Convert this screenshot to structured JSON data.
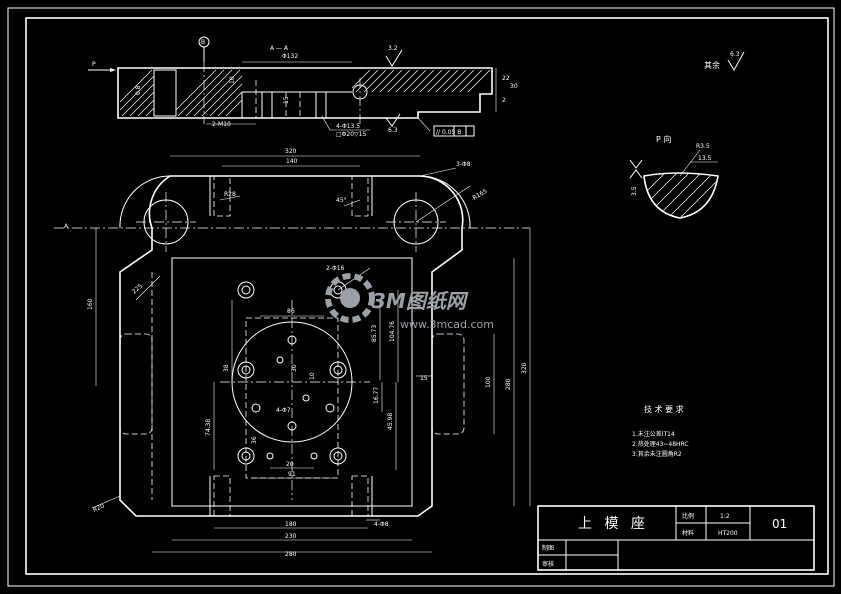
{
  "section": {
    "label": "A — A",
    "datum": "B",
    "arrow_p": "P",
    "surface_roughness": "3.2",
    "dims": {
      "length_top": "Φ132",
      "d_left": "0.8",
      "d_r1": "22",
      "d_r2": "30",
      "d_r3": "2",
      "d_mid1": "10",
      "d_mid2": "15",
      "d_m10": "2-M10",
      "hole_label": "4-Φ13.5",
      "hole_label2": "□Φ20▽15",
      "rough_bottom": "6.3",
      "tolerance": "// 0.05 B"
    }
  },
  "remaining": {
    "label": "其余",
    "value": "6.3"
  },
  "view_p": {
    "title": "P 向",
    "r_top": "R3.5",
    "w": "13.5",
    "h": "3.5"
  },
  "plan": {
    "dims": {
      "top_overall": "320",
      "top_inner": "140",
      "left_height": "160",
      "r225": "225",
      "r165": "R165",
      "r28": "R28",
      "hole_2": "2-Φ16",
      "hole_3": "3-Φ8",
      "angle": "45°",
      "d86": "86",
      "d38": "38",
      "d30": "30",
      "d10": "10",
      "d20": "20",
      "d91": "91",
      "d180": "180",
      "d230": "230",
      "d280": "280",
      "d74_38": "74.38",
      "d4_97": "4-Φ7",
      "d85_73": "85.73",
      "d104_76": "104.76",
      "d16_77": "16.77",
      "d45_98": "45.98",
      "d36": "36",
      "r100": "100",
      "r280": "280",
      "r320": "320",
      "h15": "15",
      "r_bot_left": "R20",
      "r_bot_right": "4-Φ8"
    }
  },
  "tech": {
    "heading": "技 术 要 求",
    "items": [
      "1.未注公差IT14",
      "2.热处理43~48HRC",
      "3.其余未注圆角R2"
    ]
  },
  "title_block": {
    "part_name": "上 模 座",
    "scale_label": "比例",
    "scale_value": "1:2",
    "material_label": "材料",
    "material_value": "HT200",
    "drawing_no": "01",
    "drawn_label": "制图",
    "checked_label": "审核"
  },
  "watermark": {
    "brand": "3M图纸网",
    "url": "www.3mcad.com"
  }
}
